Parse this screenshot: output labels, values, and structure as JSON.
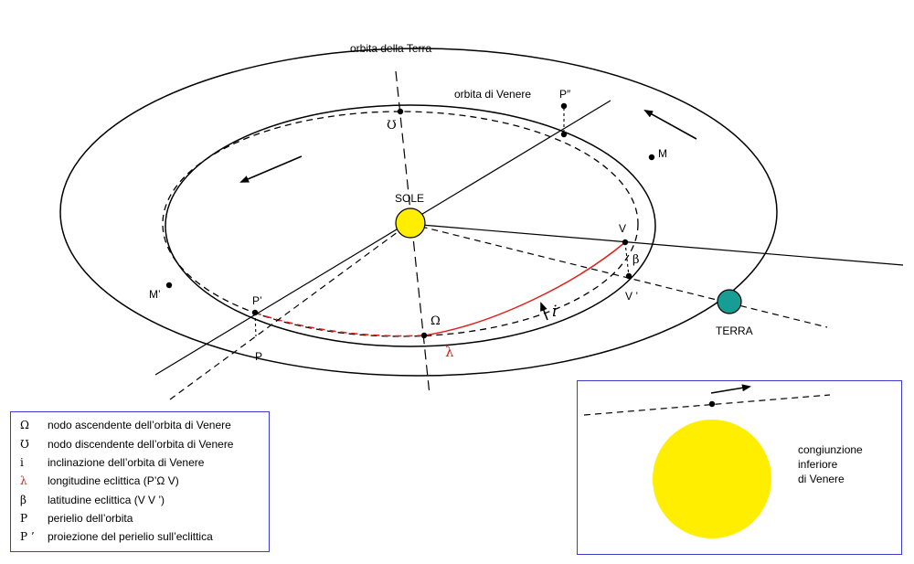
{
  "colors": {
    "sun": "#ffee00",
    "earth": "#169e94",
    "highlight_arc": "#e0201b",
    "box_border": "#3b3bd0"
  },
  "labels": {
    "earth_orbit": "orbita della Terra",
    "venus_orbit": "orbita di Venere",
    "sun": "SOLE",
    "earth": "TERRA",
    "point_p_double_prime": "P″",
    "point_m": "M",
    "point_m_prime": "M’",
    "point_v": "V",
    "point_v_prime": "V ’",
    "point_p_prime": "P’",
    "point_p": "P",
    "beta": "β",
    "omega": "Ω",
    "descending_node": "Ʊ",
    "lambda": "λ",
    "inclination": "i"
  },
  "legend": [
    {
      "symbol": "Ω",
      "text": "nodo ascendente dell’orbita di Venere"
    },
    {
      "symbol": "Ʊ",
      "text": "nodo discendente dell’orbita di Venere"
    },
    {
      "symbol": "i",
      "text": "inclinazione dell’orbita di Venere"
    },
    {
      "symbol": "λ",
      "text": "longitudine eclittica (P’Ω V)"
    },
    {
      "symbol": "β",
      "text": "latitudine eclittica (V V ’)"
    },
    {
      "symbol": "P",
      "text": "perielio dell’orbita"
    },
    {
      "symbol": "P ’",
      "text": "proiezione del perielio sull’eclittica"
    }
  ],
  "inset": {
    "caption_line1": "congiunzione",
    "caption_line2": "inferiore",
    "caption_line3": "di Venere"
  }
}
